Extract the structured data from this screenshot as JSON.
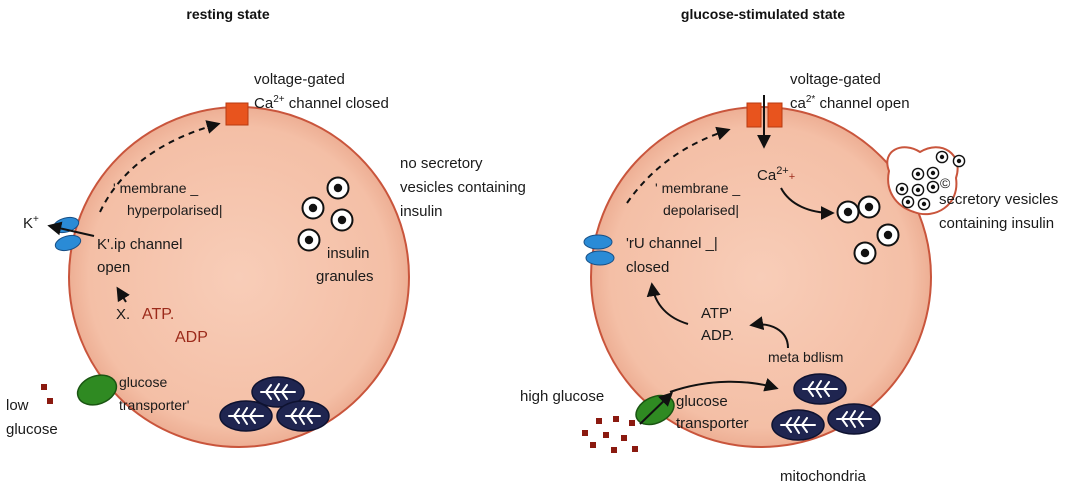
{
  "resting": {
    "title": "resting state",
    "channel_label": [
      "voltage-gated",
      "Ca",
      "2+",
      " channel closed"
    ],
    "potassium": [
      "K",
      "+"
    ],
    "membrane_state": [
      "' membrane _",
      "hyperpolarised|"
    ],
    "katp_channel": [
      "K'.ip channel",
      "open"
    ],
    "no_vesicles": [
      "no secretory",
      "vesicles containing",
      "insulin"
    ],
    "granules": [
      "insulin",
      "granules"
    ],
    "atp_x": "X.",
    "atp": "ATP.",
    "adp": "ADP",
    "glucose_transporter": [
      "glucose",
      "transporter'"
    ],
    "low_glucose": [
      "low",
      "glucose"
    ]
  },
  "stimulated": {
    "title": "glucose-stimulated state",
    "channel_label": [
      "voltage-gated",
      "ca",
      "2*",
      " channel open"
    ],
    "calcium": [
      "Ca",
      "2+",
      "+"
    ],
    "membrane_state": [
      "' membrane _",
      "depolarised|"
    ],
    "katp_channel": [
      "'rU channel _|",
      "closed"
    ],
    "secretory": [
      "secretory vesicles",
      "containing insulin"
    ],
    "copyright": "©",
    "atp": "ATP'",
    "adp": "ADP.",
    "metabolism": "meta bdlism",
    "high_glucose": "high glucose",
    "glucose_transporter": [
      "glucose",
      "transporter"
    ],
    "mitochondria": "mitochondria"
  },
  "colors": {
    "cell_fill": "#f6c2ab",
    "cell_edge": "#c9553c",
    "channel": "#e8541e",
    "katp": "#2a8bd6",
    "transporter": "#2f8a22",
    "mito": "#1f2550",
    "glucose": "#8b1a10",
    "label_red": "#9c2a1a"
  }
}
